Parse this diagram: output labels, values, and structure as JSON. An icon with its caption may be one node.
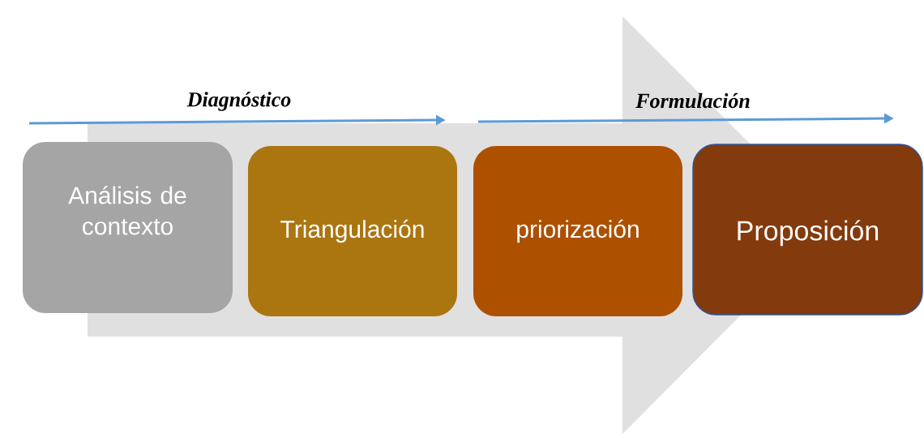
{
  "diagram": {
    "nodes": [
      {
        "text": [
          "Análisis de contexto"
        ]
      },
      {
        "text": [
          "Triangulación"
        ]
      },
      {
        "text": [
          "priorización"
        ]
      },
      {
        "text": [
          "Proposición"
        ]
      }
    ],
    "edges": [
      {
        "from": 0,
        "to": 3,
        "arrow": "to"
      }
    ],
    "labels": [
      "Diagnóstico",
      "Formulación"
    ]
  }
}
